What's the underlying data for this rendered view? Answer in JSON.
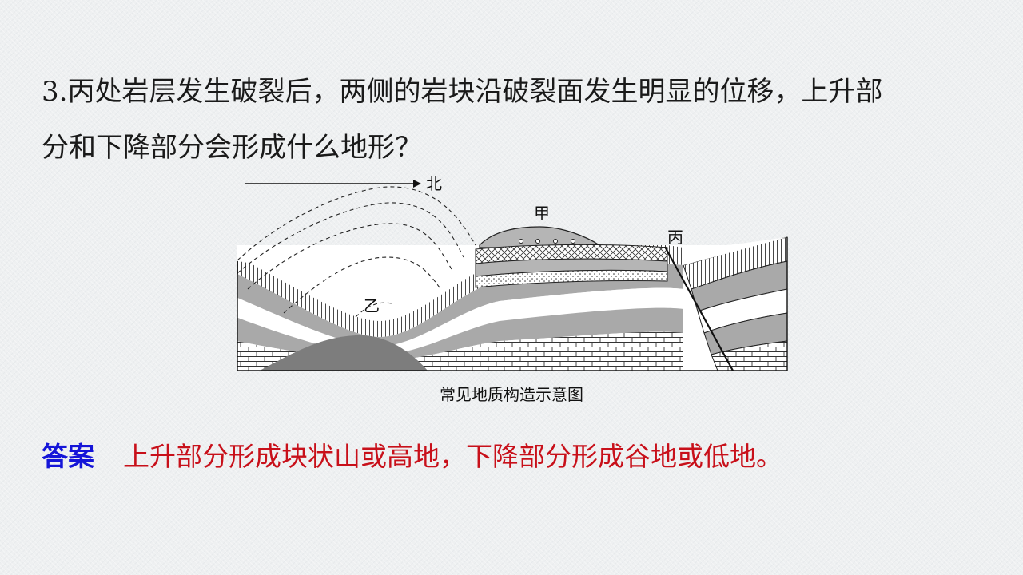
{
  "question": {
    "line1": "3.丙处岩层发生破裂后，两侧的岩块沿破裂面发生明显的位移，上升部",
    "line2": "分和下降部分会形成什么地形？"
  },
  "figure": {
    "north_label": "北",
    "label_jia": "甲",
    "label_yi": "乙",
    "label_bing": "丙",
    "caption": "常见地质构造示意图"
  },
  "answer": {
    "label": "答案",
    "text": "上升部分形成块状山或高地，下降部分形成谷地或低地。"
  }
}
